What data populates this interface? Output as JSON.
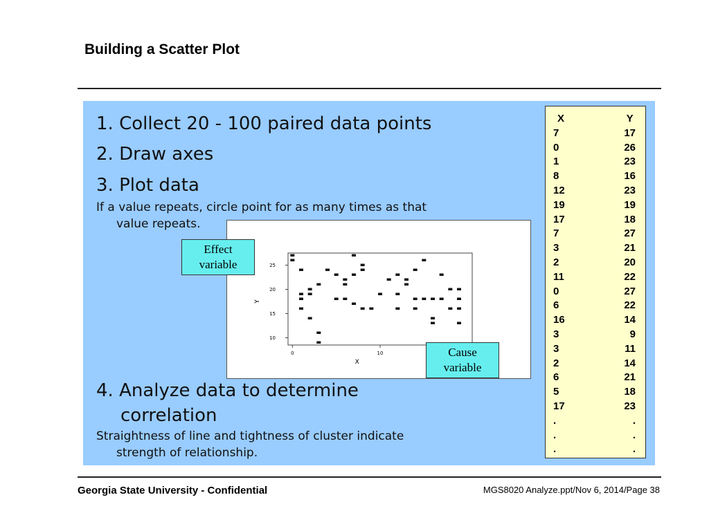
{
  "slide": {
    "title": "Building a Scatter Plot",
    "steps": [
      "1. Collect 20 - 100 paired data points",
      "2. Draw axes",
      "3. Plot data",
      "4. Analyze data to determine",
      "correlation"
    ],
    "note1_line1": "If a value repeats, circle point for as many times as that",
    "note1_line2": "value repeats.",
    "note2_line1": "Straightness of line and tightness of cluster indicate",
    "note2_line2": "strength of relationship.",
    "callout_effect": [
      "Effect",
      "variable"
    ],
    "callout_cause": [
      "Cause",
      "variable"
    ],
    "table_header": {
      "x": "X",
      "y": "Y"
    },
    "table_rows": [
      [
        "7",
        "17"
      ],
      [
        "0",
        "26"
      ],
      [
        "1",
        "23"
      ],
      [
        "8",
        "16"
      ],
      [
        "12",
        "23"
      ],
      [
        "19",
        "19"
      ],
      [
        "17",
        "18"
      ],
      [
        "7",
        "27"
      ],
      [
        "3",
        "21"
      ],
      [
        "2",
        "20"
      ],
      [
        "11",
        "22"
      ],
      [
        "0",
        "27"
      ],
      [
        "6",
        "22"
      ],
      [
        "16",
        "14"
      ],
      [
        "3",
        "9"
      ],
      [
        "3",
        "11"
      ],
      [
        "2",
        "14"
      ],
      [
        "6",
        "21"
      ],
      [
        "5",
        "18"
      ],
      [
        "17",
        "23"
      ],
      [
        ".",
        "."
      ],
      [
        ".",
        "."
      ],
      [
        ".",
        "."
      ]
    ],
    "footer_left": "Georgia State University - Confidential",
    "footer_right": "MGS8020 Analyze.ppt/Nov 6, 2014/Page 38"
  },
  "chart_data": {
    "type": "scatter",
    "xlabel": "X",
    "ylabel": "Y",
    "xlim": [
      -0.5,
      20.5
    ],
    "ylim": [
      8.5,
      27.5
    ],
    "xticks": [
      0,
      10
    ],
    "yticks": [
      10,
      15,
      20,
      25
    ],
    "points": [
      [
        0,
        26
      ],
      [
        0,
        27
      ],
      [
        1,
        16
      ],
      [
        1,
        18
      ],
      [
        1,
        19
      ],
      [
        1,
        24
      ],
      [
        2,
        14
      ],
      [
        2,
        19
      ],
      [
        2,
        20
      ],
      [
        3,
        9
      ],
      [
        3,
        11
      ],
      [
        3,
        21
      ],
      [
        4,
        24
      ],
      [
        5,
        18
      ],
      [
        5,
        23
      ],
      [
        6,
        21
      ],
      [
        6,
        22
      ],
      [
        6,
        18
      ],
      [
        7,
        17
      ],
      [
        7,
        23
      ],
      [
        7,
        27
      ],
      [
        8,
        16
      ],
      [
        8,
        24
      ],
      [
        8,
        25
      ],
      [
        9,
        16
      ],
      [
        10,
        19
      ],
      [
        11,
        22
      ],
      [
        12,
        16
      ],
      [
        12,
        19
      ],
      [
        12,
        23
      ],
      [
        13,
        22
      ],
      [
        14,
        16
      ],
      [
        14,
        18
      ],
      [
        14,
        24
      ],
      [
        15,
        26
      ],
      [
        15,
        18
      ],
      [
        16,
        13
      ],
      [
        16,
        14
      ],
      [
        16,
        18
      ],
      [
        17,
        18
      ],
      [
        17,
        23
      ],
      [
        18,
        20
      ],
      [
        18,
        16
      ],
      [
        19,
        13
      ],
      [
        19,
        16
      ],
      [
        19,
        18
      ],
      [
        19,
        20
      ],
      [
        13,
        21
      ]
    ]
  }
}
